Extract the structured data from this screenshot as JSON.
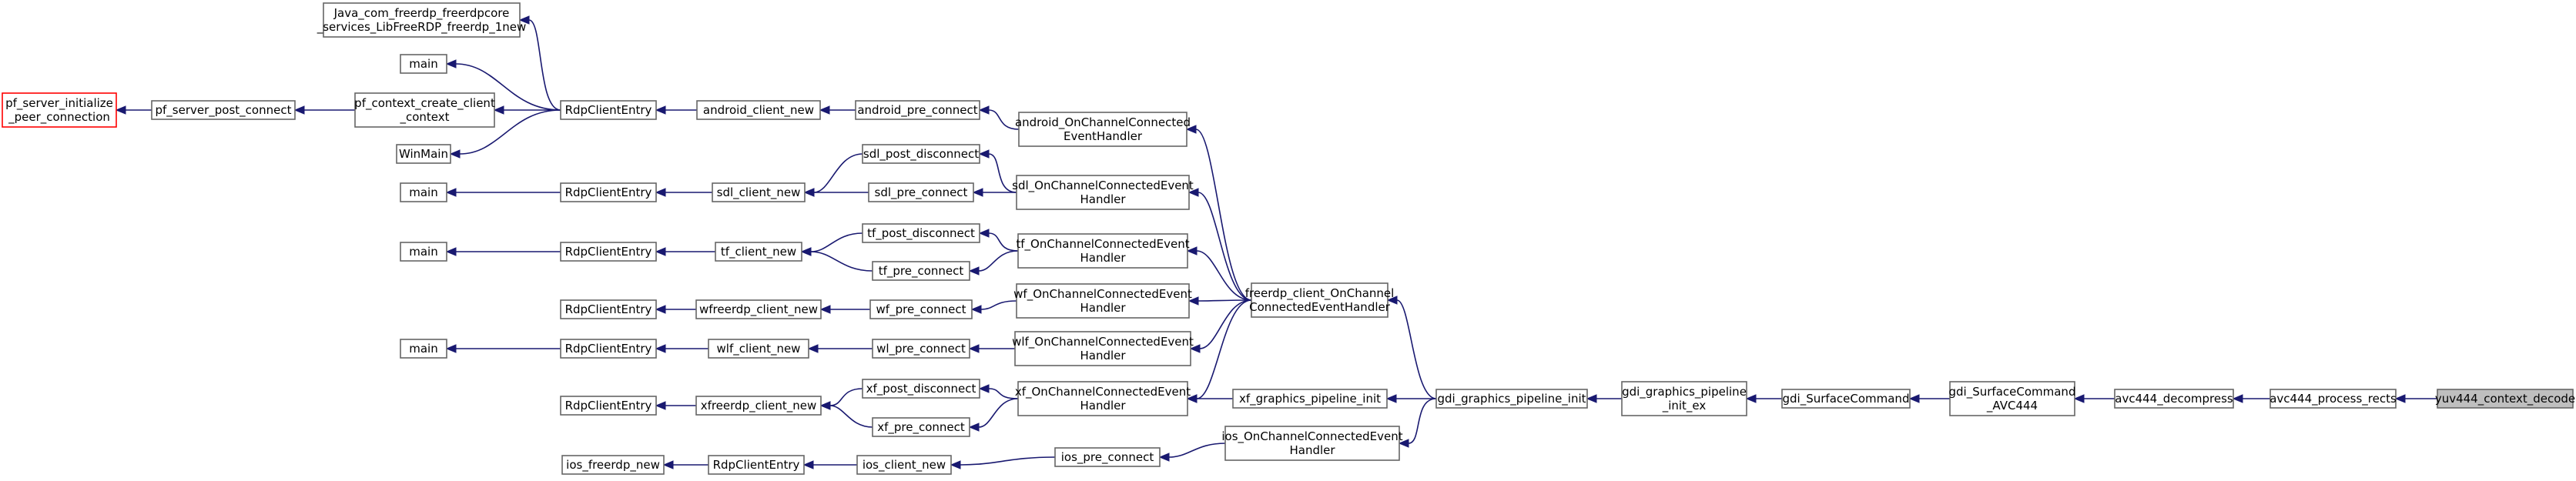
{
  "graph": {
    "nodes": [
      {
        "id": "java",
        "lines": [
          "Java_com_freerdp_freerdpcore",
          "_services_LibFreeRDP_freerdp_1new"
        ]
      },
      {
        "id": "main1",
        "lines": [
          "main"
        ]
      },
      {
        "id": "pfinit",
        "lines": [
          "pf_server_initialize",
          "_peer_connection"
        ],
        "style": "red"
      },
      {
        "id": "pfpost",
        "lines": [
          "pf_server_post_connect"
        ]
      },
      {
        "id": "pfctx",
        "lines": [
          "pf_context_create_client",
          "_context"
        ]
      },
      {
        "id": "rdp1",
        "lines": [
          "RdpClientEntry"
        ]
      },
      {
        "id": "andnew",
        "lines": [
          "android_client_new"
        ]
      },
      {
        "id": "andpre",
        "lines": [
          "android_pre_connect"
        ]
      },
      {
        "id": "andocc",
        "lines": [
          "android_OnChannelConnected",
          "EventHandler"
        ]
      },
      {
        "id": "winmain",
        "lines": [
          "WinMain"
        ]
      },
      {
        "id": "main2",
        "lines": [
          "main"
        ]
      },
      {
        "id": "rdp2",
        "lines": [
          "RdpClientEntry"
        ]
      },
      {
        "id": "sdlnew",
        "lines": [
          "sdl_client_new"
        ]
      },
      {
        "id": "sdlpostd",
        "lines": [
          "sdl_post_disconnect"
        ]
      },
      {
        "id": "sdlpre",
        "lines": [
          "sdl_pre_connect"
        ]
      },
      {
        "id": "sdlocc",
        "lines": [
          "sdl_OnChannelConnectedEvent",
          "Handler"
        ]
      },
      {
        "id": "main3",
        "lines": [
          "main"
        ]
      },
      {
        "id": "rdp3",
        "lines": [
          "RdpClientEntry"
        ]
      },
      {
        "id": "tfnew",
        "lines": [
          "tf_client_new"
        ]
      },
      {
        "id": "tfpostd",
        "lines": [
          "tf_post_disconnect"
        ]
      },
      {
        "id": "tfpre",
        "lines": [
          "tf_pre_connect"
        ]
      },
      {
        "id": "tfocc",
        "lines": [
          "tf_OnChannelConnectedEvent",
          "Handler"
        ]
      },
      {
        "id": "rdp4",
        "lines": [
          "RdpClientEntry"
        ]
      },
      {
        "id": "wfnew",
        "lines": [
          "wfreerdp_client_new"
        ]
      },
      {
        "id": "wfpre",
        "lines": [
          "wf_pre_connect"
        ]
      },
      {
        "id": "wfocc",
        "lines": [
          "wf_OnChannelConnectedEvent",
          "Handler"
        ]
      },
      {
        "id": "fcocc",
        "lines": [
          "freerdp_client_OnChannel",
          "ConnectedEventHandler"
        ]
      },
      {
        "id": "main4",
        "lines": [
          "main"
        ]
      },
      {
        "id": "rdp5",
        "lines": [
          "RdpClientEntry"
        ]
      },
      {
        "id": "wlnew",
        "lines": [
          "wlf_client_new"
        ]
      },
      {
        "id": "wlpre",
        "lines": [
          "wl_pre_connect"
        ]
      },
      {
        "id": "wlocc",
        "lines": [
          "wlf_OnChannelConnectedEvent",
          "Handler"
        ]
      },
      {
        "id": "rdp6",
        "lines": [
          "RdpClientEntry"
        ]
      },
      {
        "id": "xfnew",
        "lines": [
          "xfreerdp_client_new"
        ]
      },
      {
        "id": "xfpostd",
        "lines": [
          "xf_post_disconnect"
        ]
      },
      {
        "id": "xfpre",
        "lines": [
          "xf_pre_connect"
        ]
      },
      {
        "id": "xfocc",
        "lines": [
          "xf_OnChannelConnectedEvent",
          "Handler"
        ]
      },
      {
        "id": "xfgpi",
        "lines": [
          "xf_graphics_pipeline_init"
        ]
      },
      {
        "id": "gdigpi",
        "lines": [
          "gdi_graphics_pipeline_init"
        ]
      },
      {
        "id": "gdigpiex",
        "lines": [
          "gdi_graphics_pipeline",
          "_init_ex"
        ]
      },
      {
        "id": "gdisc",
        "lines": [
          "gdi_SurfaceCommand"
        ]
      },
      {
        "id": "gdiscavc",
        "lines": [
          "gdi_SurfaceCommand",
          "_AVC444"
        ]
      },
      {
        "id": "avcdec",
        "lines": [
          "avc444_decompress"
        ]
      },
      {
        "id": "avcpr",
        "lines": [
          "avc444_process_rects"
        ]
      },
      {
        "id": "yuv",
        "lines": [
          "yuv444_context_decode"
        ],
        "style": "root"
      },
      {
        "id": "iosnew",
        "lines": [
          "ios_freerdp_new"
        ]
      },
      {
        "id": "rdp7",
        "lines": [
          "RdpClientEntry"
        ]
      },
      {
        "id": "iosclient",
        "lines": [
          "ios_client_new"
        ]
      },
      {
        "id": "iospre",
        "lines": [
          "ios_pre_connect"
        ]
      },
      {
        "id": "iosocc",
        "lines": [
          "ios_OnChannelConnectedEvent",
          "Handler"
        ]
      }
    ],
    "edges": [
      [
        "pfpost",
        "pfinit"
      ],
      [
        "pfctx",
        "pfpost"
      ],
      [
        "rdp1",
        "pfctx"
      ],
      [
        "rdp1",
        "java"
      ],
      [
        "rdp1",
        "main1"
      ],
      [
        "rdp1",
        "winmain"
      ],
      [
        "andnew",
        "rdp1"
      ],
      [
        "andpre",
        "andnew"
      ],
      [
        "andocc",
        "andpre"
      ],
      [
        "rdp2",
        "main2"
      ],
      [
        "sdlnew",
        "rdp2"
      ],
      [
        "sdlpostd",
        "sdlnew"
      ],
      [
        "sdlpre",
        "sdlnew"
      ],
      [
        "sdlocc",
        "sdlpostd"
      ],
      [
        "sdlocc",
        "sdlpre"
      ],
      [
        "rdp3",
        "main3"
      ],
      [
        "tfnew",
        "rdp3"
      ],
      [
        "tfpostd",
        "tfnew"
      ],
      [
        "tfpre",
        "tfnew"
      ],
      [
        "tfocc",
        "tfpostd"
      ],
      [
        "tfocc",
        "tfpre"
      ],
      [
        "wfnew",
        "rdp4"
      ],
      [
        "wfpre",
        "wfnew"
      ],
      [
        "wfocc",
        "wfpre"
      ],
      [
        "rdp5",
        "main4"
      ],
      [
        "wlnew",
        "rdp5"
      ],
      [
        "wlpre",
        "wlnew"
      ],
      [
        "wlocc",
        "wlpre"
      ],
      [
        "xfnew",
        "rdp6"
      ],
      [
        "xfpostd",
        "xfnew"
      ],
      [
        "xfpre",
        "xfnew"
      ],
      [
        "xfocc",
        "xfpostd"
      ],
      [
        "xfocc",
        "xfpre"
      ],
      [
        "fcocc",
        "andocc"
      ],
      [
        "fcocc",
        "sdlocc"
      ],
      [
        "fcocc",
        "tfocc"
      ],
      [
        "fcocc",
        "wfocc"
      ],
      [
        "fcocc",
        "wlocc"
      ],
      [
        "fcocc",
        "xfocc"
      ],
      [
        "xfgpi",
        "xfocc"
      ],
      [
        "gdigpi",
        "fcocc"
      ],
      [
        "gdigpi",
        "xfgpi"
      ],
      [
        "gdigpi",
        "iosocc"
      ],
      [
        "gdigpiex",
        "gdigpi"
      ],
      [
        "gdisc",
        "gdigpiex"
      ],
      [
        "gdiscavc",
        "gdisc"
      ],
      [
        "avcdec",
        "gdiscavc"
      ],
      [
        "avcpr",
        "avcdec"
      ],
      [
        "yuv",
        "avcpr"
      ],
      [
        "rdp7",
        "iosnew"
      ],
      [
        "iosclient",
        "rdp7"
      ],
      [
        "iospre",
        "iosclient"
      ],
      [
        "iosocc",
        "iospre"
      ]
    ]
  }
}
